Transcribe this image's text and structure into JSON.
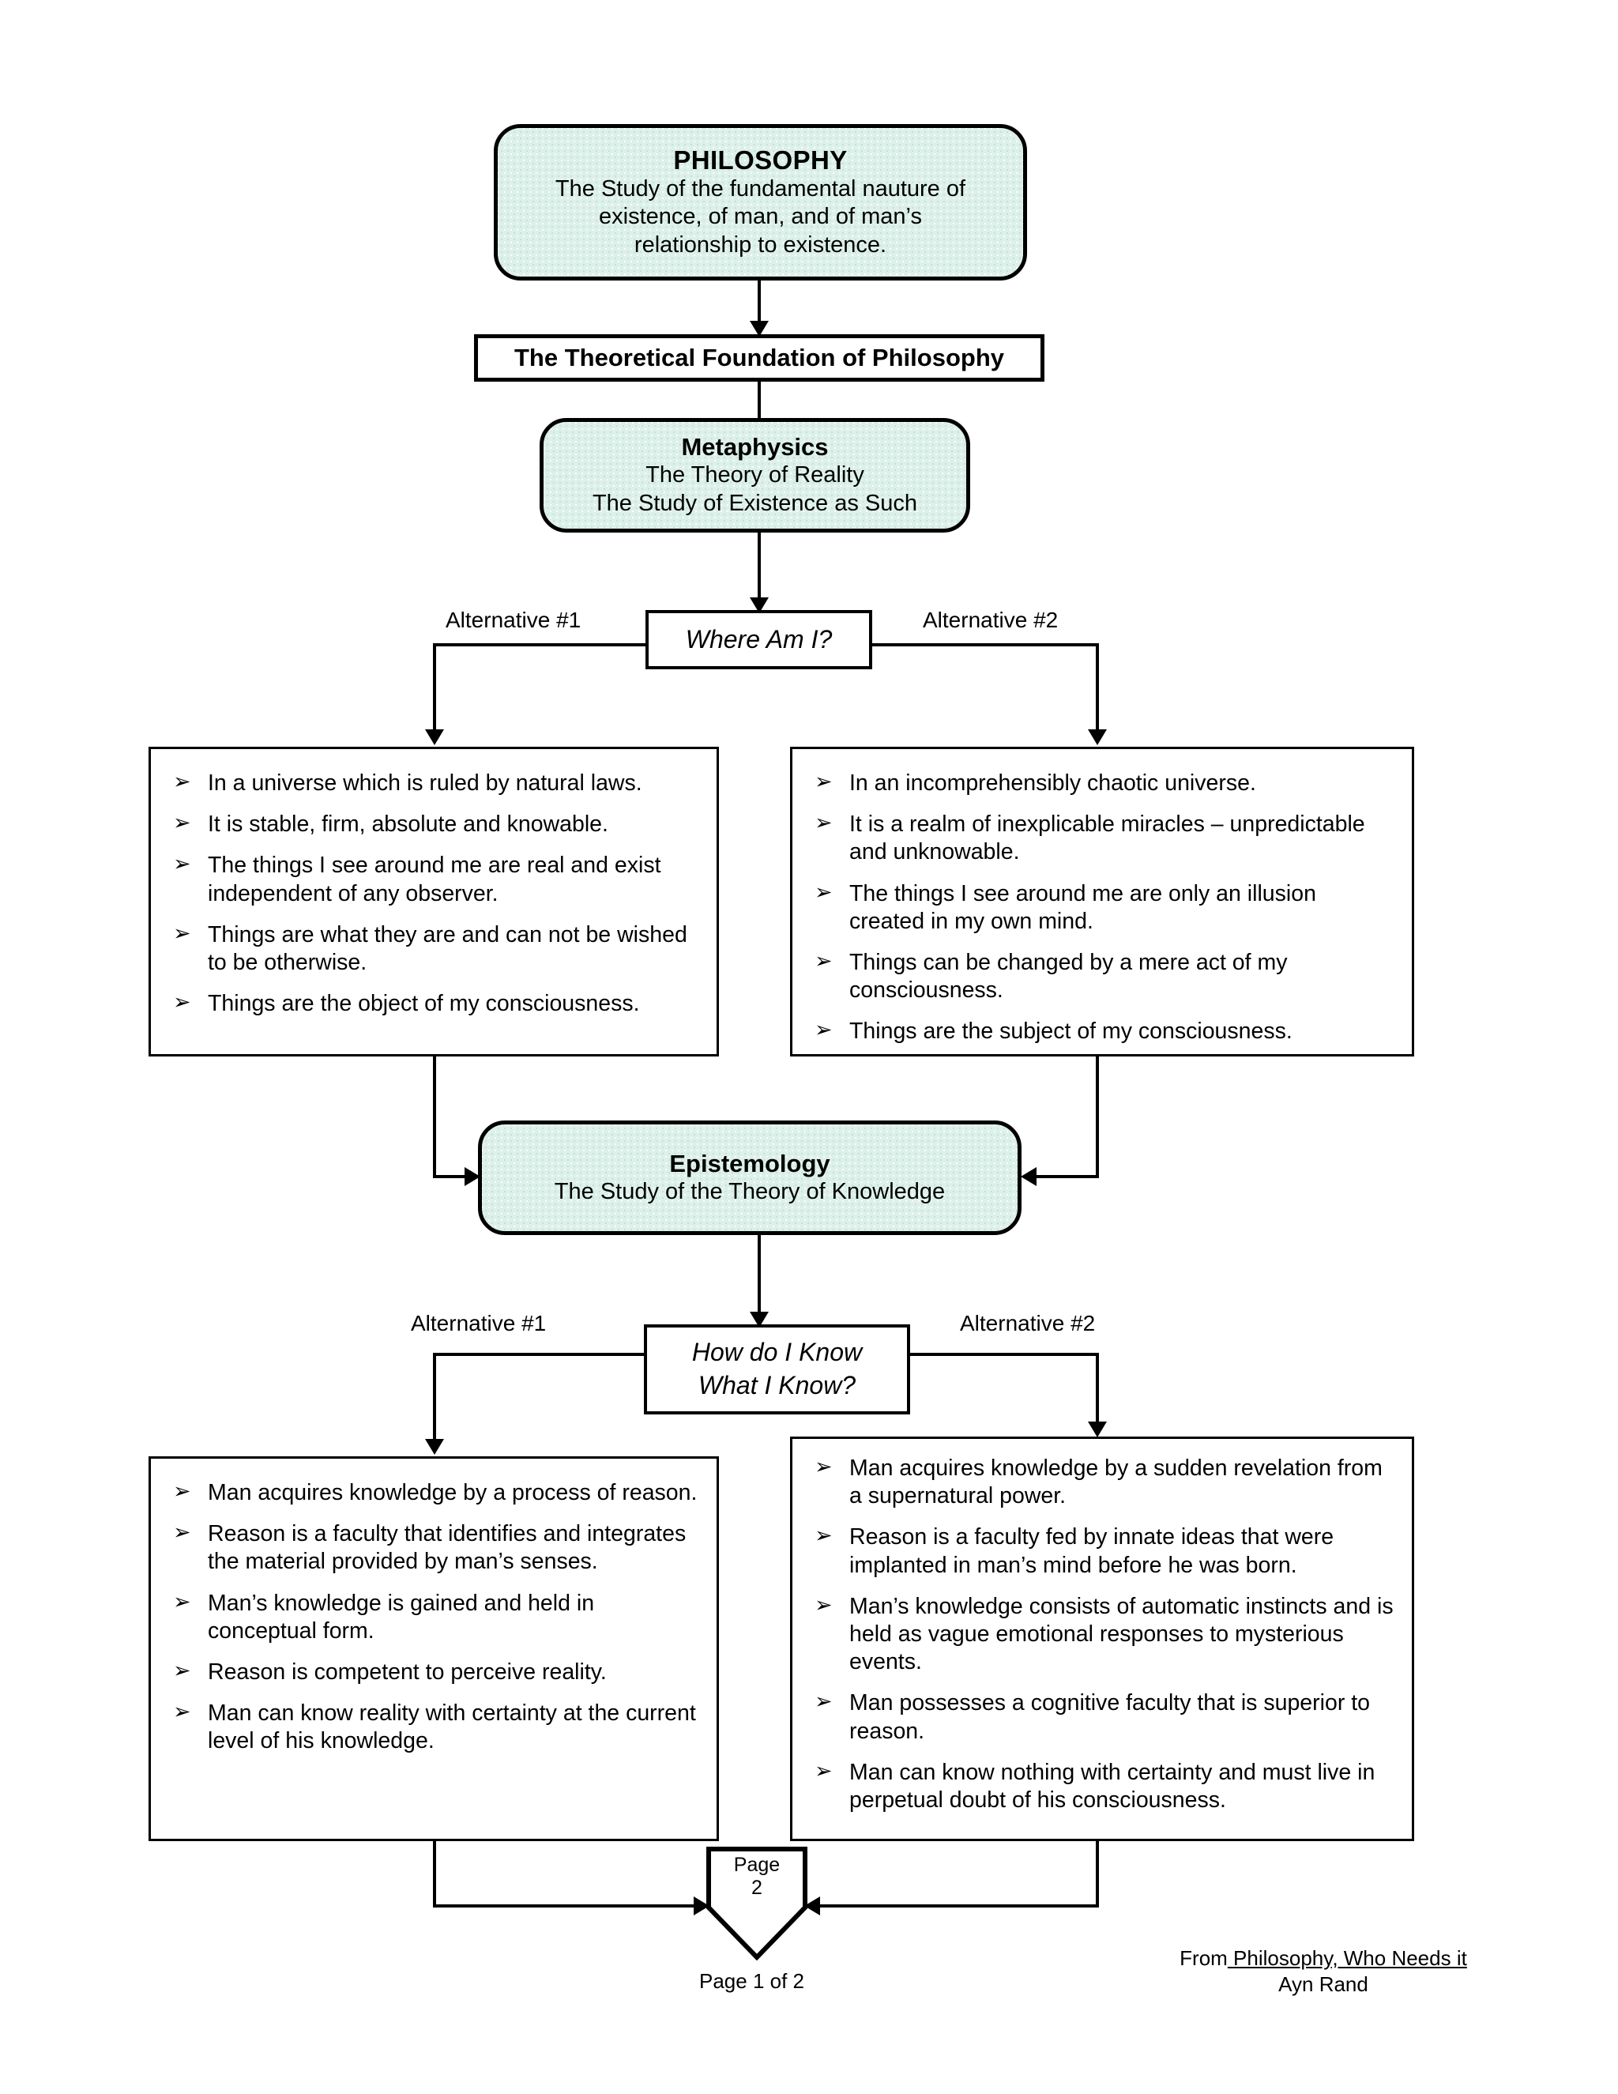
{
  "document": {
    "page_label": "Page 1 of 2",
    "source_prefix": "From",
    "source_title": " Philosophy, Who Needs it",
    "source_author": "Ayn Rand"
  },
  "nodes": {
    "philosophy": {
      "title": "PHILOSOPHY",
      "line1": "The Study of the fundamental nauture of",
      "line2": "existence, of man, and of man’s",
      "line3": "relationship to existence."
    },
    "foundation": {
      "title": "The Theoretical Foundation of Philosophy"
    },
    "metaphysics": {
      "title": "Metaphysics",
      "line1": "The Theory of Reality",
      "line2": "The Study of Existence as Such"
    },
    "where_am_i": {
      "text": "Where Am I?"
    },
    "epistemology": {
      "title": "Epistemology",
      "line1": "The Study of the Theory of Knowledge"
    },
    "how_do_i_know": {
      "line1": "How do I Know",
      "line2": "What I Know?"
    },
    "page_connector": {
      "line1": "Page",
      "line2": "2"
    }
  },
  "edge_labels": {
    "metaphysics_alt1": "Alternative #1",
    "metaphysics_alt2": "Alternative #2",
    "epistemology_alt1": "Alternative #1",
    "epistemology_alt2": "Alternative #2"
  },
  "bullet_glyph": "➢",
  "lists": {
    "metaphysics_alt1": [
      "In a universe which is ruled by natural laws.",
      "It is stable, firm, absolute and knowable.",
      "The things I see around me are real and exist independent of any observer.",
      "Things are what they are and can not be wished to be otherwise.",
      "Things are the object of my consciousness."
    ],
    "metaphysics_alt2": [
      "In an incomprehensibly chaotic universe.",
      "It is a realm of inexplicable miracles – unpredictable and unknowable.",
      "The things I see around me are only an illusion created in my own mind.",
      "Things can be changed by a mere act of my consciousness.",
      "Things are the subject of my consciousness."
    ],
    "epistemology_alt1": [
      "Man acquires knowledge by a process of reason.",
      "Reason is a faculty that identifies and integrates the material provided by man’s senses.",
      "Man’s knowledge is gained and held in conceptual form.",
      "Reason is competent to perceive reality.",
      "Man can know reality with certainty at the current level of his knowledge."
    ],
    "epistemology_alt2": [
      "Man acquires knowledge by a sudden revelation from a supernatural power.",
      "Reason is a faculty fed by innate ideas that were implanted in man’s mind before he was born.",
      "Man’s knowledge consists of automatic instincts and is held as vague emotional responses to mysterious events.",
      "Man possesses a cognitive faculty that is superior to reason.",
      "Man can know nothing with certainty and must live in perpetual doubt of his consciousness."
    ]
  },
  "colors": {
    "fill_mint": "#ddf0ea",
    "stroke": "#000000",
    "background": "#ffffff"
  }
}
